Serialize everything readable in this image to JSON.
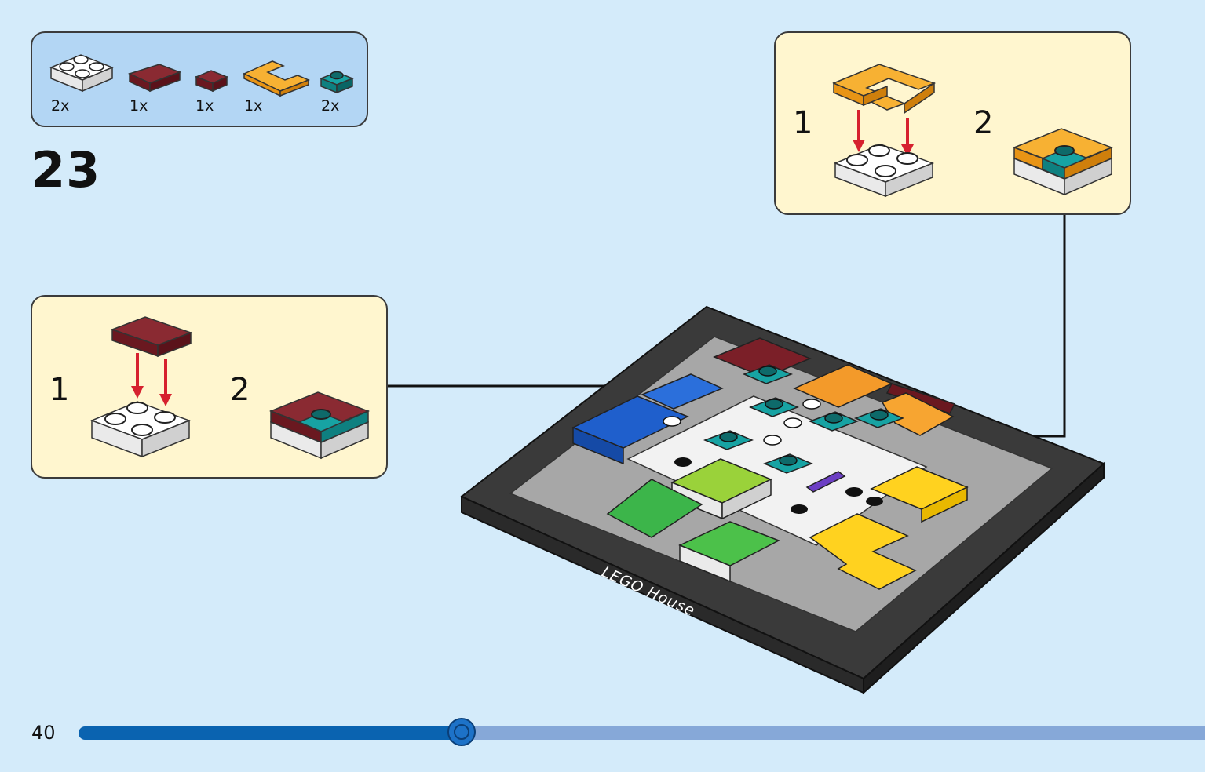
{
  "parts_list": {
    "items": [
      {
        "qty": "2x",
        "part": "white-plate-2x2-icon",
        "color": "#ffffff"
      },
      {
        "qty": "1x",
        "part": "dark-red-tile-2x4-icon",
        "color": "#7b1f28"
      },
      {
        "qty": "1x",
        "part": "dark-red-tile-1x2-icon",
        "color": "#7b1f28"
      },
      {
        "qty": "1x",
        "part": "orange-corner-tile-icon",
        "color": "#f5a623"
      },
      {
        "qty": "2x",
        "part": "teal-plate-1x1-icon",
        "color": "#0e8a8a"
      }
    ]
  },
  "step": {
    "number": "23"
  },
  "callout_left": {
    "substeps": [
      {
        "number": "1",
        "action": "dark-red-tile-onto-white-plate"
      },
      {
        "number": "2",
        "action": "result-dark-red-with-teal"
      }
    ]
  },
  "callout_right": {
    "substeps": [
      {
        "number": "1",
        "action": "orange-corner-tile-onto-white-plate"
      },
      {
        "number": "2",
        "action": "result-orange-with-teal"
      }
    ]
  },
  "model": {
    "label": "LEGO House"
  },
  "footer": {
    "page_number": "40",
    "progress": 0.34
  },
  "colors": {
    "background": "#d4ebfa",
    "parts_box": "#b3d6f4",
    "callout_box": "#fff6cf",
    "arrow_red": "#d6212e",
    "progress_dark": "#0a63b0",
    "progress_light": "#86a8d8"
  }
}
